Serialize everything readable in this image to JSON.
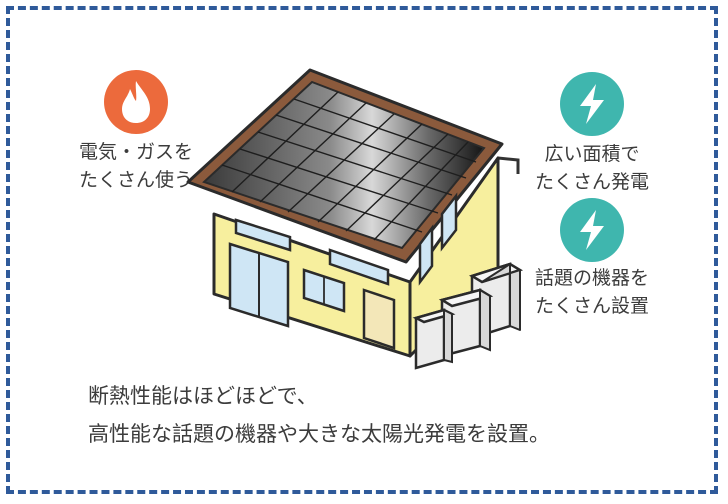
{
  "colors": {
    "frame": "#2f5a9a",
    "flame_icon_bg": "#ec6a3c",
    "lightning_icon_bg": "#3fb6ae",
    "wall": "#f7ef9e",
    "roof_panel": "#4a4a4a",
    "roof_trim": "#8b5a3c",
    "window": "#cfe6f5",
    "text": "#3c3c3c"
  },
  "icons": {
    "gas": "flame-icon",
    "solar": "lightning-icon",
    "equipment": "lightning-icon"
  },
  "labels": {
    "gas_line1": "電気・ガスを",
    "gas_line2": "たくさん使う",
    "solar_line1": "広い面積で",
    "solar_line2": "たくさん発電",
    "equip_line1": "話題の機器を",
    "equip_line2": "たくさん設置"
  },
  "caption": {
    "line1": "断熱性能はほどほどで、",
    "line2": "高性能な話題の機器や大きな太陽光発電を設置。"
  }
}
